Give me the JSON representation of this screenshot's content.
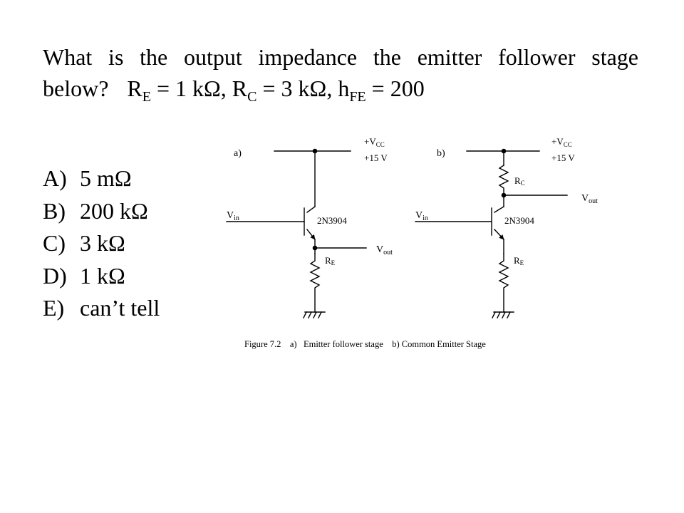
{
  "question": {
    "line1": "What is the output impedance the emitter follower stage",
    "line2_prefix": "below?",
    "params": [
      {
        "sym": "R",
        "sub": "E",
        "rest": " = 1 kΩ, "
      },
      {
        "sym": "R",
        "sub": "C",
        "rest": " = 3 kΩ, "
      },
      {
        "sym": "h",
        "sub": "FE",
        "rest": " = 200"
      }
    ]
  },
  "answers": [
    {
      "letter": "A)",
      "text": "5 mΩ"
    },
    {
      "letter": "B)",
      "text": "200 kΩ"
    },
    {
      "letter": "C)",
      "text": "3 kΩ"
    },
    {
      "letter": "D)",
      "text": "1 kΩ"
    },
    {
      "letter": "E)",
      "text": "can’t tell"
    }
  ],
  "figure": {
    "circuit_a": {
      "label": "a)",
      "vcc_prefix": "+V",
      "vcc_sub": "CC",
      "vcc_value": "+15 V",
      "vin_main": "V",
      "vin_sub": "in",
      "transistor": "2N3904",
      "re_main": "R",
      "re_sub": "E",
      "vout_main": "V",
      "vout_sub": "out"
    },
    "circuit_b": {
      "label": "b)",
      "vcc_prefix": "+V",
      "vcc_sub": "CC",
      "vcc_value": "+15 V",
      "rc_main": "R",
      "rc_sub": "C",
      "vout_main": "V",
      "vout_sub": "out",
      "vin_main": "V",
      "vin_sub": "in",
      "transistor": "2N3904",
      "re_main": "R",
      "re_sub": "E"
    },
    "caption": "Figure 7.2    a)   Emitter follower stage    b) Common Emitter Stage"
  }
}
